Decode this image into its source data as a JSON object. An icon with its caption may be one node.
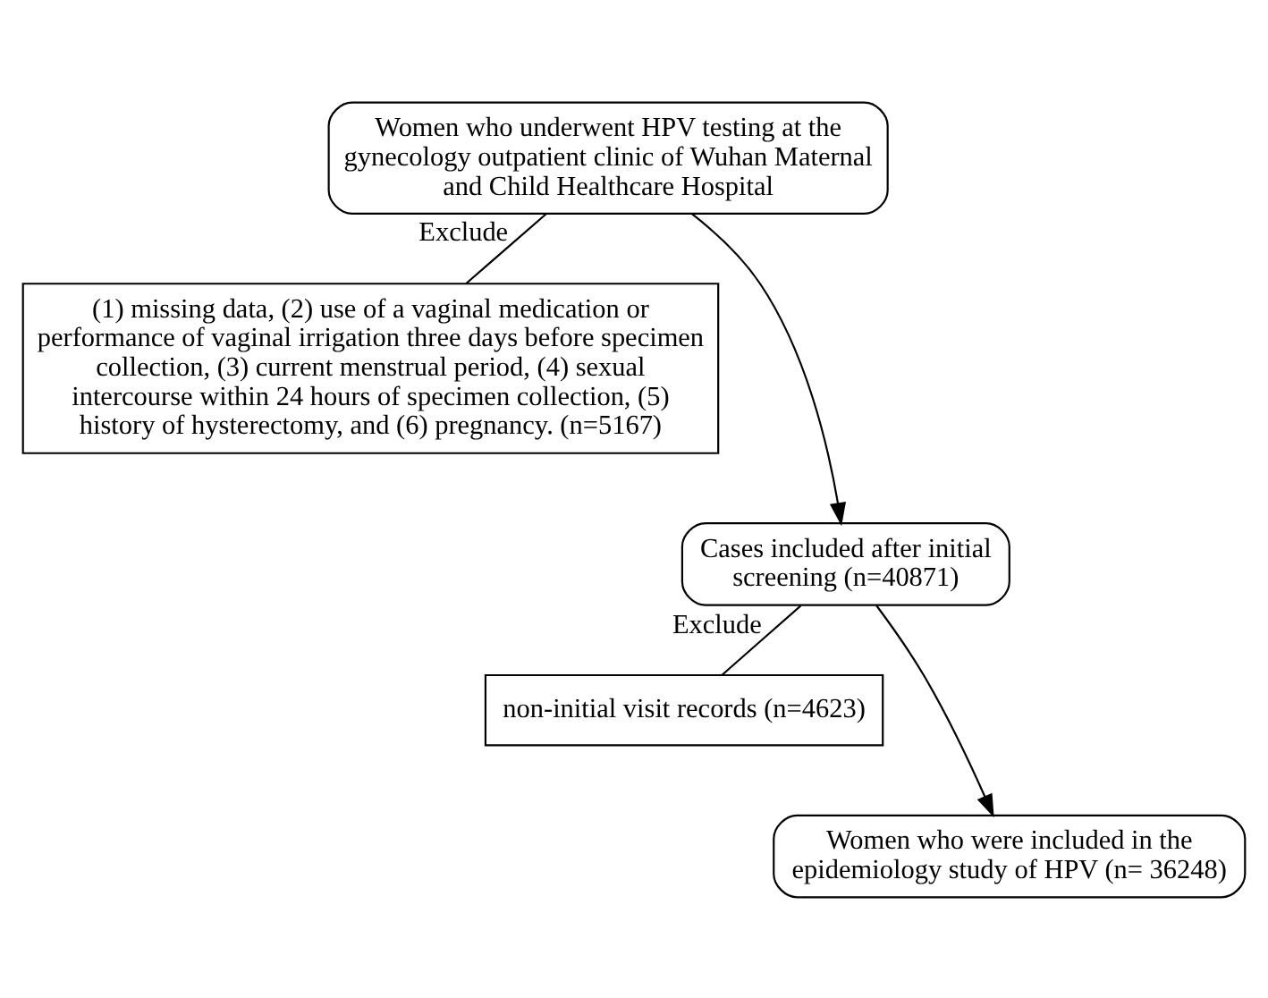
{
  "diagram": {
    "nodes": [
      {
        "text": [
          "Women who underwent HPV testing at the gynecology outpatient clinic of Wuhan Maternal and Child Healthcare Hospital"
        ]
      },
      {
        "text": [
          "(1) missing data, (2) use of a vaginal medication or performance of vaginal irrigation three days before specimen collection, (3) current menstrual period, (4) sexual intercourse within 24 hours of specimen collection, (5) history of hysterectomy, and (6) pregnancy. (n=5167)"
        ]
      },
      {
        "text": [
          "Cases included after initial screening (n=40871)"
        ]
      },
      {
        "text": [
          "non-initial visit records (n=4623)"
        ]
      },
      {
        "text": [
          "Women who were included in the epidemiology study of HPV (n= 36248)"
        ]
      }
    ],
    "edges": [
      {
        "from": 0,
        "to": 1,
        "arrow": "none",
        "label": "Exclude"
      },
      {
        "from": 0,
        "to": 2,
        "arrow": "to"
      },
      {
        "from": 2,
        "to": 3,
        "arrow": "none",
        "label": "Exclude"
      },
      {
        "from": 2,
        "to": 4,
        "arrow": "to"
      }
    ]
  }
}
